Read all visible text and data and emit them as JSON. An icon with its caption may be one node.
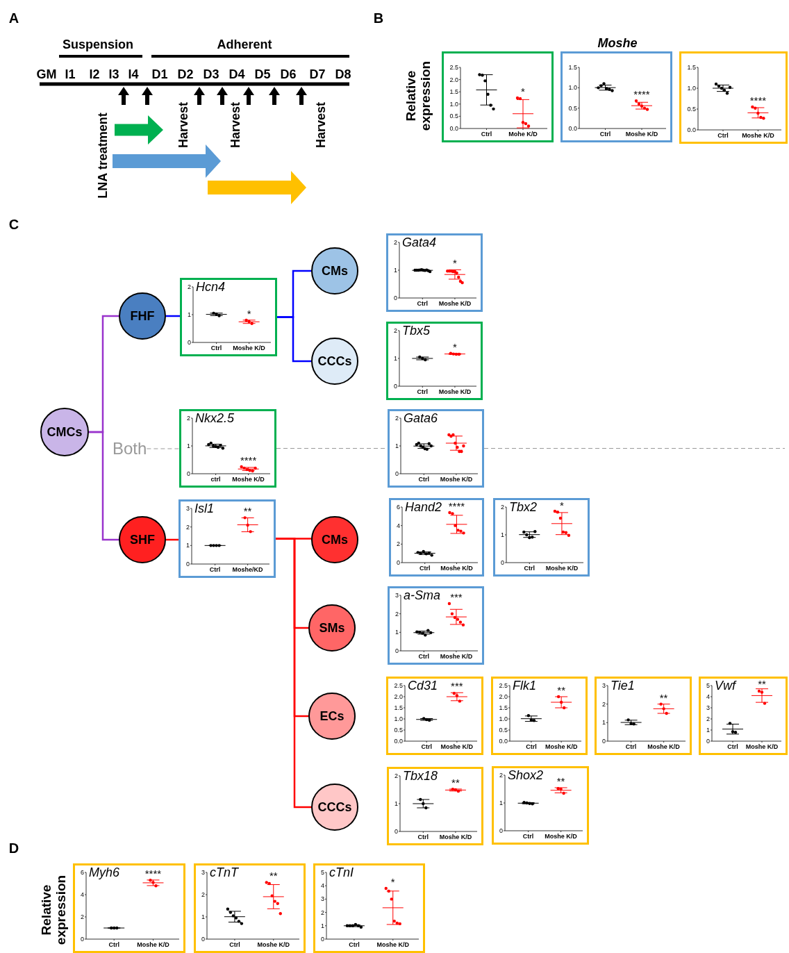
{
  "diagram": {
    "nodes": [
      {
        "text": [
          "*",
          "2.5",
          "2.0",
          "1.5",
          "1.0",
          "0.5",
          "0.0",
          "Ctrl",
          "Mohe K/D"
        ]
      },
      {
        "text": [
          "****",
          "1.5",
          "1.0",
          "0.5",
          "0.0",
          "Ctrl",
          "Moshe K/D"
        ]
      },
      {
        "text": [
          "****",
          "1.5",
          "1.0",
          "0.5",
          "0.0",
          "Ctrl",
          "Moshe K/D"
        ]
      },
      {
        "text": [
          "CMCs"
        ]
      },
      {
        "text": [
          "FHF"
        ]
      },
      {
        "text": [
          "Hcn4",
          "*",
          "2",
          "1",
          "0",
          "Ctrl",
          "Moshe K/D"
        ]
      },
      {
        "text": [
          "CMs"
        ]
      },
      {
        "text": [
          "Gata4",
          "*",
          "2",
          "1",
          "0",
          "Ctrl",
          "Moshe K/D"
        ]
      },
      {
        "text": [
          "CCCs"
        ]
      },
      {
        "text": [
          "Tbx5",
          "*",
          "2",
          "1",
          "0",
          "Ctrl",
          "Moshe K/D"
        ]
      },
      {
        "text": [
          "Both"
        ]
      },
      {
        "text": [
          "Nkx2.5",
          "****",
          "2",
          "1",
          "0",
          "ctrl",
          "Moshe K/D"
        ]
      },
      {
        "text": [
          "Gata6",
          "2",
          "1",
          "0",
          "Ctrl",
          "Moshe K/D"
        ]
      },
      {
        "text": [
          "SHF"
        ]
      },
      {
        "text": [
          "Isl1",
          "**",
          "3",
          "2",
          "1",
          "0",
          "Ctrl",
          "Moshe/KD"
        ]
      },
      {
        "text": [
          "CMs"
        ]
      },
      {
        "text": [
          "Hand2",
          "****",
          "6",
          "4",
          "2",
          "0",
          "Ctrl",
          "Moshe K/D"
        ]
      },
      {
        "text": [
          "Tbx2",
          "*",
          "2",
          "1",
          "0",
          "Ctrl",
          "Moshe K/D"
        ]
      },
      {
        "text": [
          "SMs"
        ]
      },
      {
        "text": [
          "a-Sma",
          "***",
          "3",
          "2",
          "1",
          "0",
          "Ctrl",
          "Moshe K/D"
        ]
      },
      {
        "text": [
          "ECs"
        ]
      },
      {
        "text": [
          "Cd31",
          "***",
          "2.5",
          "2.0",
          "1.5",
          "1.0",
          "0.5",
          "0.0",
          "Ctrl",
          "Moshe K/D"
        ]
      },
      {
        "text": [
          "Flk1",
          "**",
          "2.5",
          "2.0",
          "1.5",
          "1.0",
          "0.5",
          "0.0",
          "Ctrl",
          "Moshe K/D"
        ]
      },
      {
        "text": [
          "Tie1",
          "**",
          "3",
          "2",
          "1",
          "0",
          "Ctrl",
          "Moshe K/D"
        ]
      },
      {
        "text": [
          "Vwf",
          "**",
          "5",
          "4",
          "3",
          "2",
          "1",
          "0",
          "Ctrl",
          "Moshe K/D"
        ]
      },
      {
        "text": [
          "CCCs"
        ]
      },
      {
        "text": [
          "Tbx18",
          "**",
          "2",
          "1",
          "0",
          "Ctrl",
          "Moshe K/D"
        ]
      },
      {
        "text": [
          "Shox2",
          "**",
          "2",
          "1",
          "0",
          "Ctrl",
          "Moshe K/D"
        ]
      },
      {
        "text": [
          "Myh6",
          "****",
          "6",
          "4",
          "2",
          "0",
          "Ctrl",
          "Moshe K/D"
        ]
      },
      {
        "text": [
          "cTnT",
          "**",
          "3",
          "2",
          "1",
          "0",
          "Ctrl",
          "Moshe K/D"
        ]
      },
      {
        "text": [
          "cTnI",
          "*",
          "5",
          "4",
          "3",
          "2",
          "1",
          "0",
          "Ctrl",
          "Moshe K/D"
        ]
      }
    ],
    "edges": [
      {
        "from": 3,
        "to": 4,
        "arrow": "none",
        "color": "#9933cc"
      },
      {
        "from": 3,
        "to": 13,
        "arrow": "none",
        "color": "#9933cc"
      },
      {
        "from": 4,
        "to": 5,
        "arrow": "none",
        "color": "#0000ff"
      },
      {
        "from": 5,
        "to": 6,
        "arrow": "none",
        "color": "#0000ff"
      },
      {
        "from": 5,
        "to": 8,
        "arrow": "none",
        "color": "#0000ff"
      },
      {
        "from": 13,
        "to": 14,
        "arrow": "none",
        "color": "#ff0000"
      },
      {
        "from": 14,
        "to": 15,
        "arrow": "none",
        "color": "#ff0000"
      },
      {
        "from": 14,
        "to": 18,
        "arrow": "none",
        "color": "#ff0000"
      },
      {
        "from": 14,
        "to": 20,
        "arrow": "none",
        "color": "#ff0000"
      },
      {
        "from": 14,
        "to": 25,
        "arrow": "none",
        "color": "#ff0000"
      },
      {
        "from": 10,
        "to": 11,
        "arrow": "none",
        "style": "dashed",
        "color": "#999999"
      },
      {
        "from": 11,
        "to": 12,
        "arrow": "none",
        "style": "dashed",
        "color": "#999999"
      },
      {
        "from": 12,
        "to": null,
        "arrow": "none",
        "style": "dashed",
        "color": "#999999"
      }
    ],
    "labels": [
      "A",
      "Suspension",
      "Adherent",
      "GM",
      "I1",
      "I2",
      "I3",
      "I4",
      "D1",
      "D2",
      "D3",
      "D4",
      "D5",
      "D6",
      "D7",
      "D8",
      "LNA treatment",
      "Harvest",
      "Harvest",
      "Harvest",
      "B",
      "Moshe",
      "Relative expression",
      "C",
      "D",
      "Relative expression"
    ]
  }
}
